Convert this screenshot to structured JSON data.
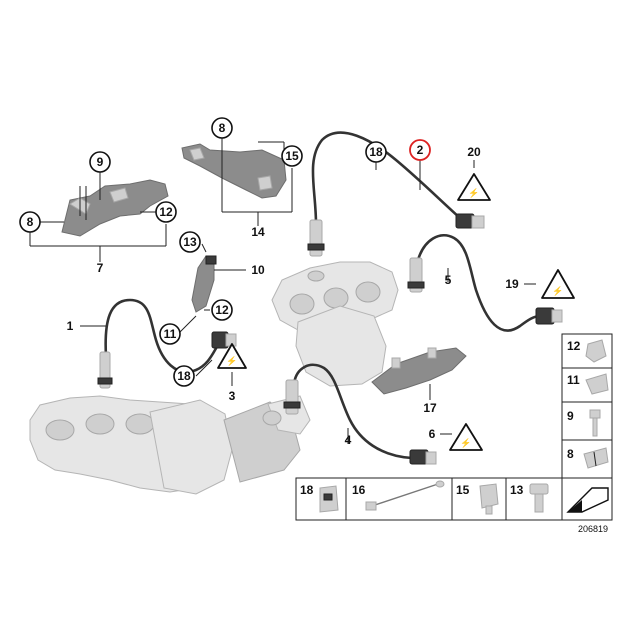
{
  "diagram": {
    "callouts": {
      "c1": "1",
      "c2": "2",
      "c3": "3",
      "c4": "4",
      "c5": "5",
      "c6": "6",
      "c7": "7",
      "c8a": "8",
      "c8b": "8",
      "c9": "9",
      "c10": "10",
      "c11": "11",
      "c12a": "12",
      "c12b": "12",
      "c13": "13",
      "c14": "14",
      "c15": "15",
      "c17": "17",
      "c18a": "18",
      "c18b": "18",
      "c19": "19",
      "c20": "20"
    },
    "legend_side": [
      {
        "id": "12",
        "label": "12"
      },
      {
        "id": "11",
        "label": "11"
      },
      {
        "id": "9",
        "label": "9"
      },
      {
        "id": "8",
        "label": "8"
      }
    ],
    "legend_bottom": [
      {
        "id": "18",
        "label": "18"
      },
      {
        "id": "16",
        "label": "16"
      },
      {
        "id": "15",
        "label": "15"
      },
      {
        "id": "13",
        "label": "13"
      }
    ],
    "diagram_number": "206819"
  }
}
